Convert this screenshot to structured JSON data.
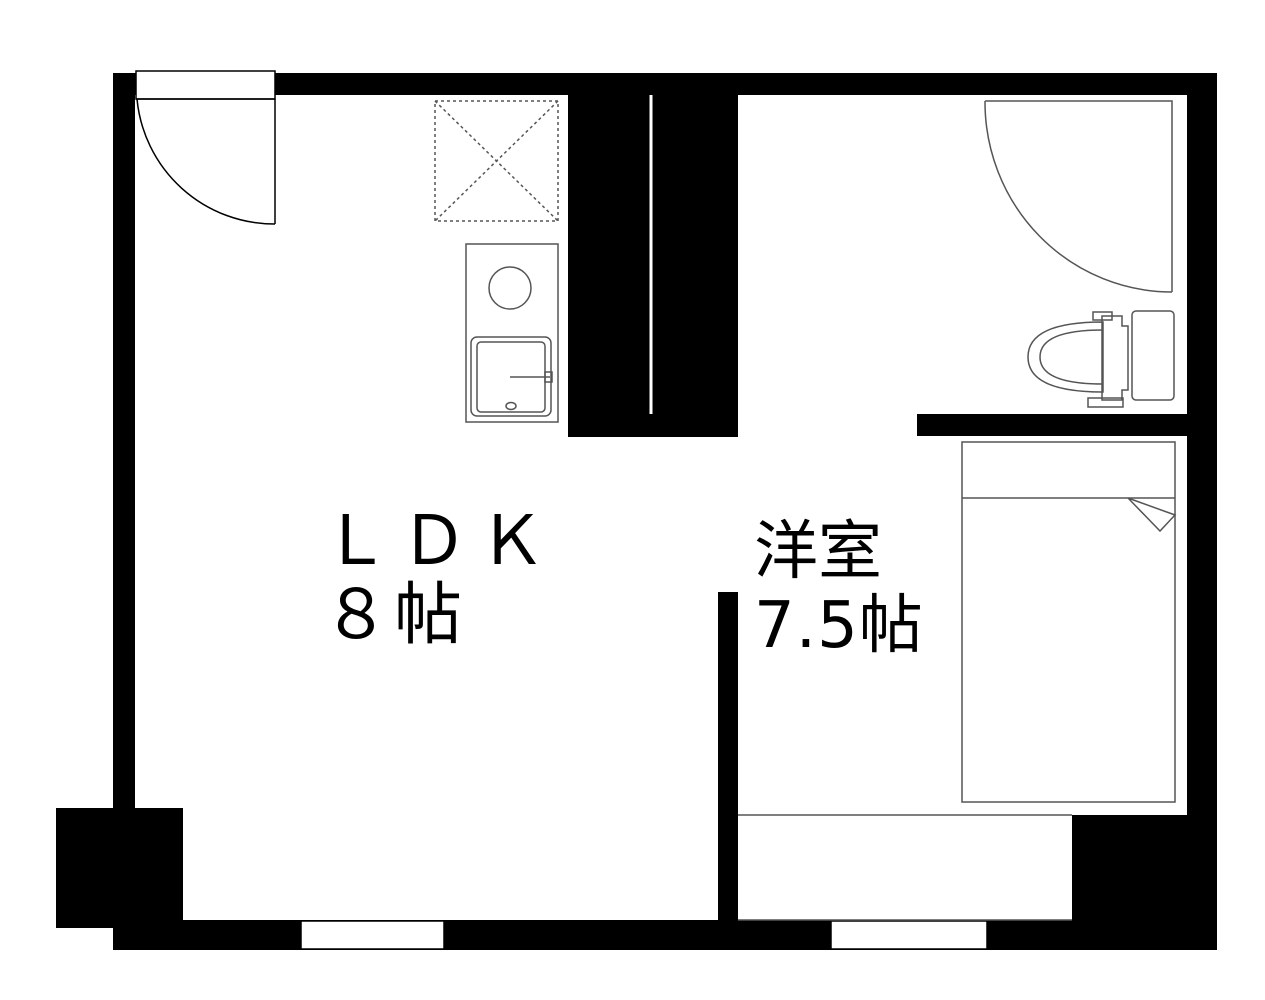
{
  "rooms": {
    "ldk": {
      "name": "ＬＤＫ",
      "size": "８帖"
    },
    "yoshitsu": {
      "name": "洋室",
      "size": "7.5帖"
    }
  },
  "colors": {
    "wall": "#000000",
    "background": "#ffffff",
    "fixture_line": "#555555"
  }
}
